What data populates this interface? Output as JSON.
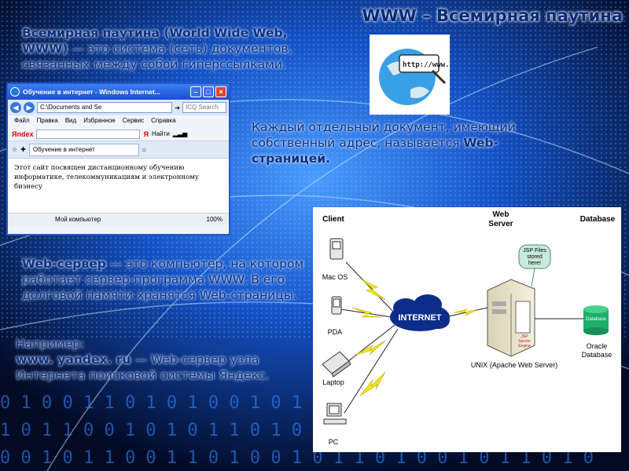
{
  "slide": {
    "title": "WWW – Всемирная паутина",
    "para1_bold": "Всемирная паутина (World Wide Web, WWW)",
    "para1_rest": " — это система (сеть) документов, связанных между собой гиперссылками.",
    "para2_pre": "Каждый отдельный документ, имеющий собственный адрес, называется ",
    "para2_bold": "Web-страницей.",
    "para3_bold": "Web-сервер",
    "para3_rest": " — это компьютер, на котором работает сервер-программа WWW. В его долговой памяти хранятся Web-страницы.",
    "example_label": "Например:",
    "example_url": "www. yandex. ru",
    "example_rest": " — Web-сервер узла Интернета поисковой системы Яндекс."
  },
  "browser": {
    "title": "Обучение в интернет - Windows Internet...",
    "address": "C:\\Documents and Se",
    "search_placeholder": "ICQ Search",
    "menu": [
      "Файл",
      "Правка",
      "Вид",
      "Избранное",
      "Сервис",
      "Справка"
    ],
    "yandex_logo": "Яndex",
    "ya_small": "Я",
    "find_label": "Найти",
    "tab_label": "Обучение в интернет",
    "content_text": "Этот сайт посвящен дистанционному обучению информатике, телекоммуникациям и электронному бизнесу",
    "status_zone": "Мой компьютер",
    "zoom": "100%"
  },
  "globe": {
    "text": "http://www."
  },
  "diagram": {
    "col_client": "Client",
    "col_server": "Web Server",
    "col_db": "Database",
    "clients": [
      "Mac OS",
      "PDA",
      "Laptop",
      "PC"
    ],
    "internet": "INTERNET",
    "jsp_note": "JSP Files stored here!",
    "jsp_engine": "JSP Servlet Engine",
    "server_label": "UNIX (Apache Web Server)",
    "db_label": "Database",
    "oracle_label": "Oracle Database"
  },
  "colors": {
    "text": "#10307c",
    "background": "#02081a",
    "lightning": "#f3e61a"
  }
}
